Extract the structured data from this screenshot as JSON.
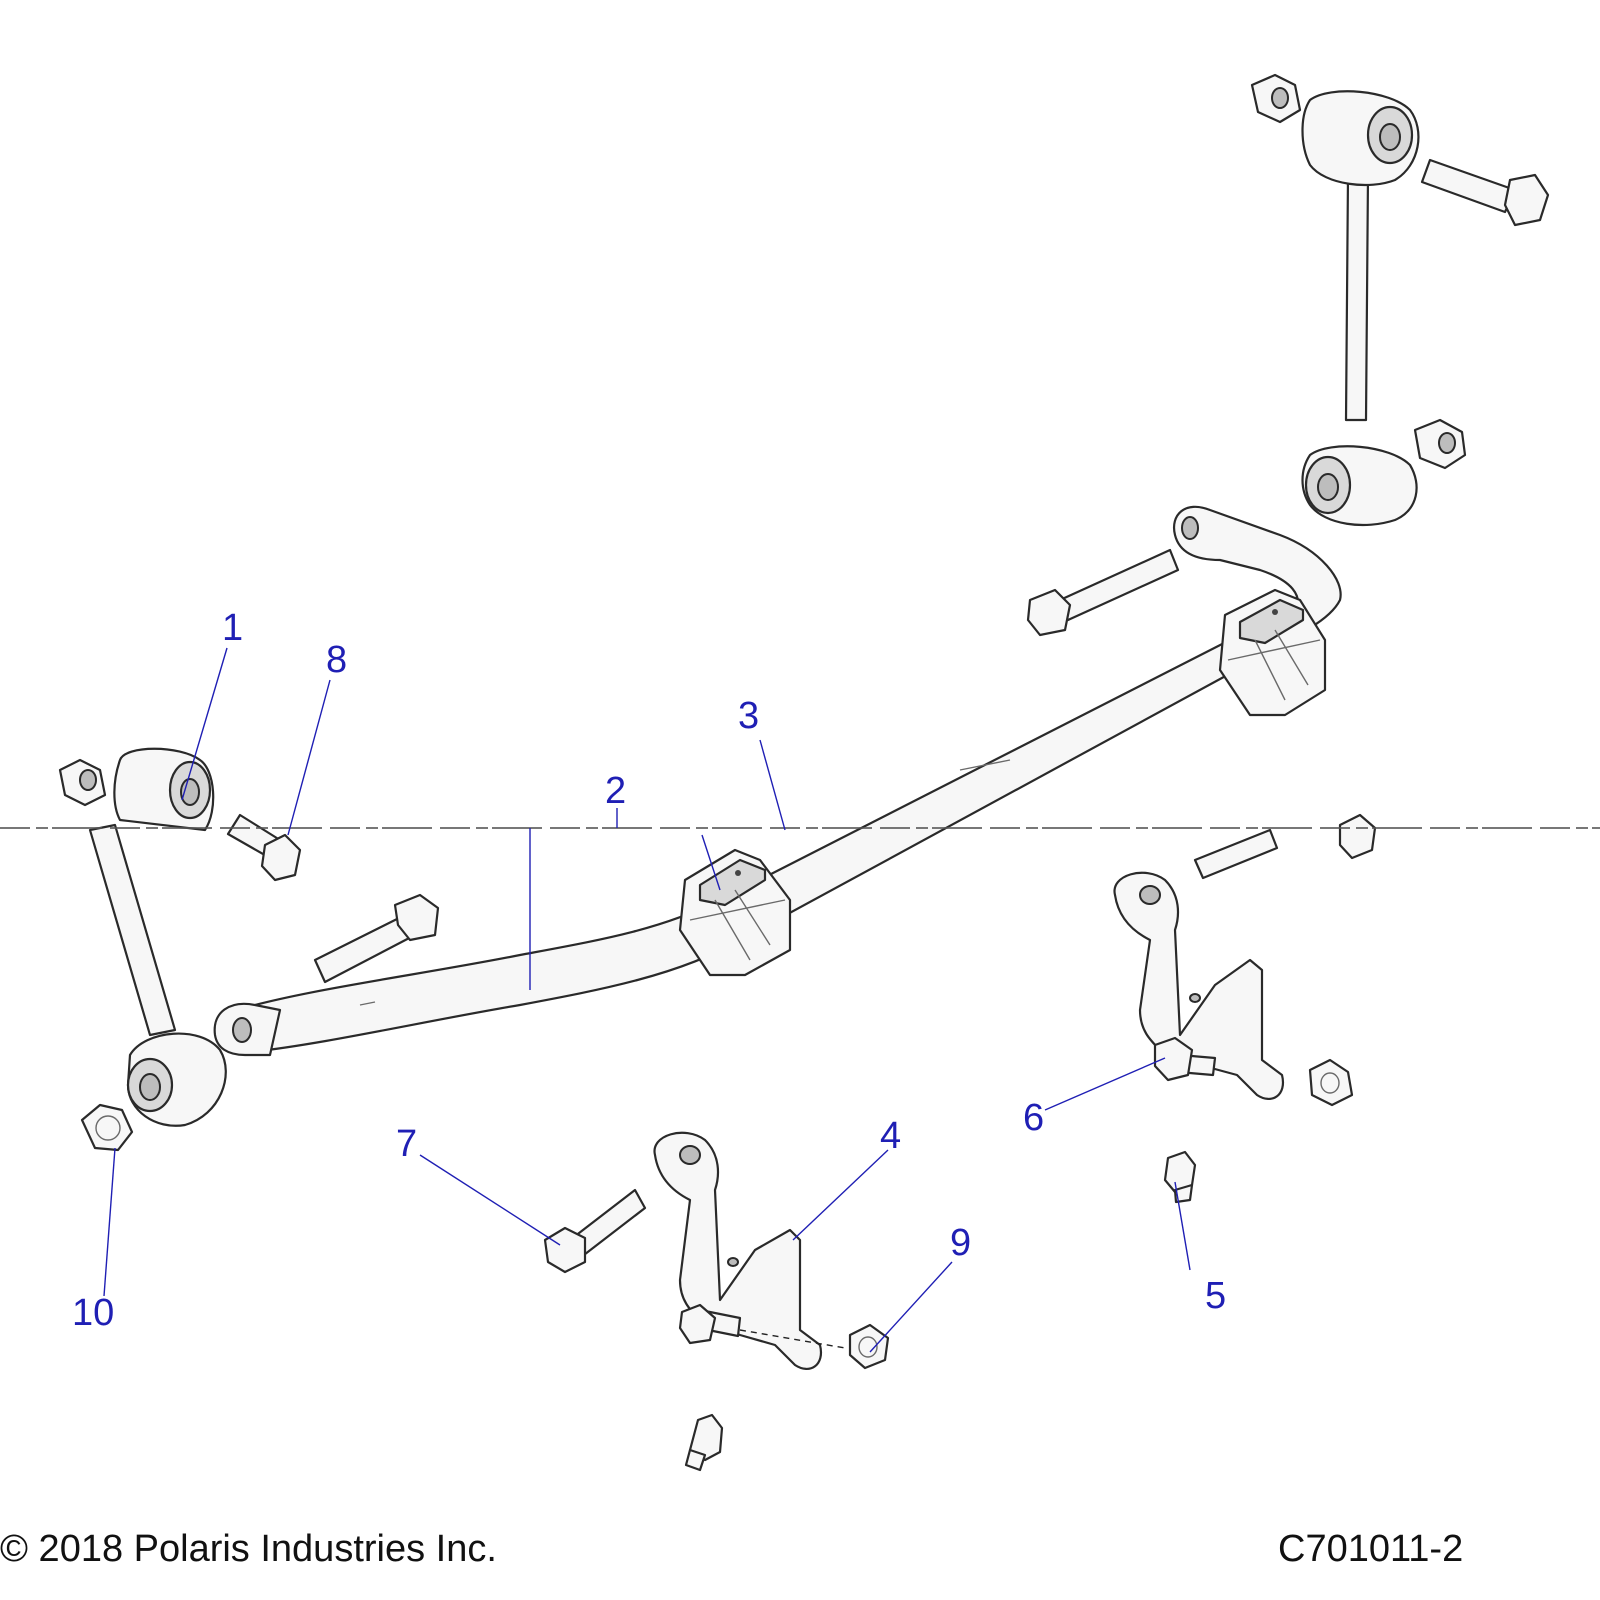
{
  "callouts": [
    "1",
    "2",
    "3",
    "4",
    "5",
    "6",
    "7",
    "8",
    "9",
    "10"
  ],
  "footer": {
    "copyright": "© 2018 Polaris Industries Inc.",
    "drawing_number": "C701011-2"
  },
  "colors": {
    "callout": "#1f1fb4",
    "line_art": "#2a2a2a",
    "part_fill": "#f7f7f7"
  }
}
